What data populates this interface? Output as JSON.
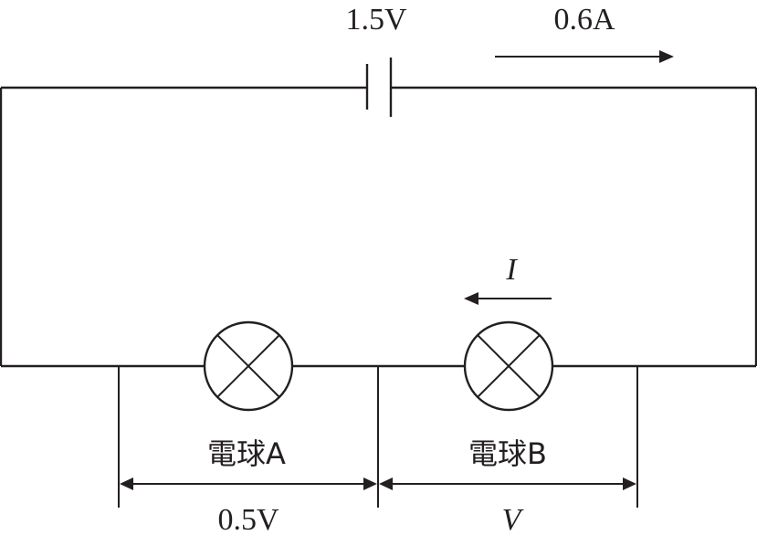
{
  "battery": {
    "voltage_label": "1.5V"
  },
  "current": {
    "main_label": "0.6A",
    "branch_label": "I"
  },
  "bulbs": [
    {
      "name": "電球A",
      "voltage_label": "0.5V"
    },
    {
      "name": "電球B",
      "voltage_label": "V"
    }
  ]
}
